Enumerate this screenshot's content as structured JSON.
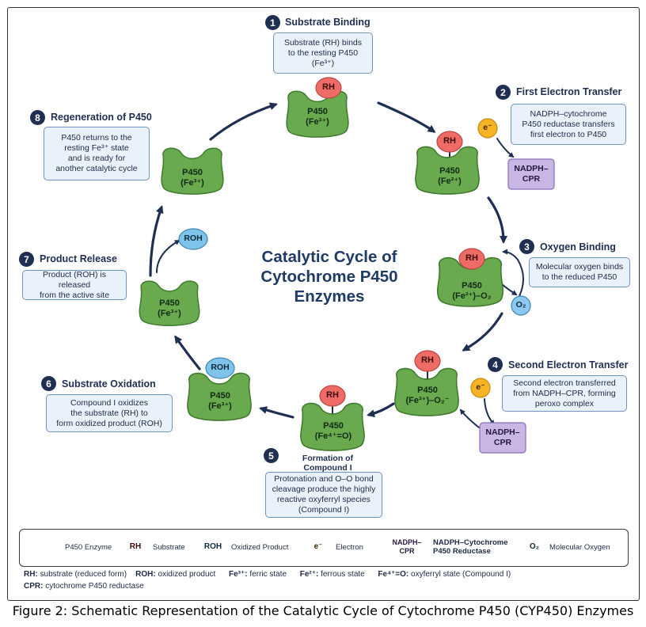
{
  "center_title": [
    "Catalytic Cycle of",
    "Cytochrome P450",
    "Enzymes"
  ],
  "steps": [
    {
      "num": "1",
      "title": "Substrate Binding",
      "desc": [
        "Substrate (RH) binds",
        "to the resting P450",
        "(Fe³⁺)"
      ]
    },
    {
      "num": "2",
      "title": "First Electron Transfer",
      "desc": [
        "NADPH–cytochrome",
        "P450 reductase transfers",
        "first electron to P450"
      ]
    },
    {
      "num": "3",
      "title": "Oxygen Binding",
      "desc": [
        "Molecular oxygen binds",
        "to the reduced P450"
      ]
    },
    {
      "num": "4",
      "title": "Second Electron Transfer",
      "desc": [
        "Second electron transferred",
        "from NADPH–CPR, forming",
        "peroxo complex"
      ]
    },
    {
      "num": "5",
      "title": "Formation of Compound I",
      "desc": [
        "Protonation and O–O bond",
        "cleavage produce the highly",
        "reactive oxyferryl species",
        "(Compound I)"
      ]
    },
    {
      "num": "6",
      "title": "Substrate Oxidation",
      "desc": [
        "Compound I oxidizes",
        "the substrate (RH) to",
        "form oxidized product (ROH)"
      ]
    },
    {
      "num": "7",
      "title": "Product Release",
      "desc": [
        "Product (ROH) is released",
        "from the active site"
      ]
    },
    {
      "num": "8",
      "title": "Regeneration of P450",
      "desc": [
        "P450 returns to the",
        "resting Fe³⁺ state",
        "and is ready for",
        "another catalytic cycle"
      ]
    }
  ],
  "enzymes": [
    {
      "id": "top",
      "label": [
        "P450",
        "(Fe³⁺)"
      ],
      "bound": "RH"
    },
    {
      "id": "right-top",
      "label": [
        "P450",
        "(Fe²⁺)"
      ],
      "bound": "RH"
    },
    {
      "id": "right-mid",
      "label": [
        "P450",
        "(Fe²⁺)–O₂"
      ],
      "bound": "RH"
    },
    {
      "id": "right-low",
      "label": [
        "P450",
        "(Fe³⁺)–O₂⁻"
      ],
      "bound": "RH"
    },
    {
      "id": "bottom",
      "label": [
        "P450",
        "(Fe⁴⁺=O)"
      ],
      "bound": "RH"
    },
    {
      "id": "left-low",
      "label": [
        "P450",
        "(Fe³⁺)"
      ],
      "bound": "ROH"
    },
    {
      "id": "left-mid",
      "label": [
        "P450",
        "(Fe³⁺)"
      ],
      "bound": ""
    },
    {
      "id": "left-top",
      "label": [
        "P450",
        "(Fe³⁺)"
      ],
      "bound": ""
    }
  ],
  "species": {
    "rh": "RH",
    "roh": "ROH",
    "electron": "e⁻",
    "o2": "O₂",
    "cpr": [
      "NADPH–",
      "CPR"
    ]
  },
  "legend": [
    {
      "key": "enzyme",
      "label": "P450 Enzyme"
    },
    {
      "key": "rh",
      "symbol": "RH",
      "label": "Substrate"
    },
    {
      "key": "roh",
      "symbol": "ROH",
      "label": "Oxidized Product"
    },
    {
      "key": "electron",
      "symbol": "e⁻",
      "label": "Electron"
    },
    {
      "key": "cpr",
      "symbol": [
        "NADPH–",
        "CPR"
      ],
      "label": [
        "NADPH–Cytochrome",
        "P450 Reductase"
      ]
    },
    {
      "key": "o2",
      "symbol": "O₂",
      "label": "Molecular Oxygen"
    }
  ],
  "abbreviations": [
    {
      "term": "RH:",
      "def": " substrate (reduced form)"
    },
    {
      "term": "ROH:",
      "def": " oxidized product"
    },
    {
      "term": "Fe³⁺:",
      "def": " ferric state"
    },
    {
      "term": "Fe²⁺:",
      "def": " ferrous state"
    },
    {
      "term": "Fe⁴⁺=O:",
      "def": " oxyferryl state (Compound I)"
    },
    {
      "term": "CPR:",
      "def": " cytochrome P450 reductase"
    }
  ],
  "caption": "Figure 2: Schematic Representation of the Catalytic Cycle of Cytochrome P450 (CYP450) Enzymes",
  "colors": {
    "enzyme_fill": "#6aaa4e",
    "enzyme_stroke": "#3f7a2e",
    "rh_fill": "#ef6b66",
    "roh_fill": "#7ec3ea",
    "electron_fill": "#f6b324",
    "cpr_fill": "#c9b6e4",
    "o2_fill": "#8cc8ef",
    "arrow": "#1f2f52",
    "box_fill": "#e9f1fb",
    "box_border": "#6f93c4"
  }
}
